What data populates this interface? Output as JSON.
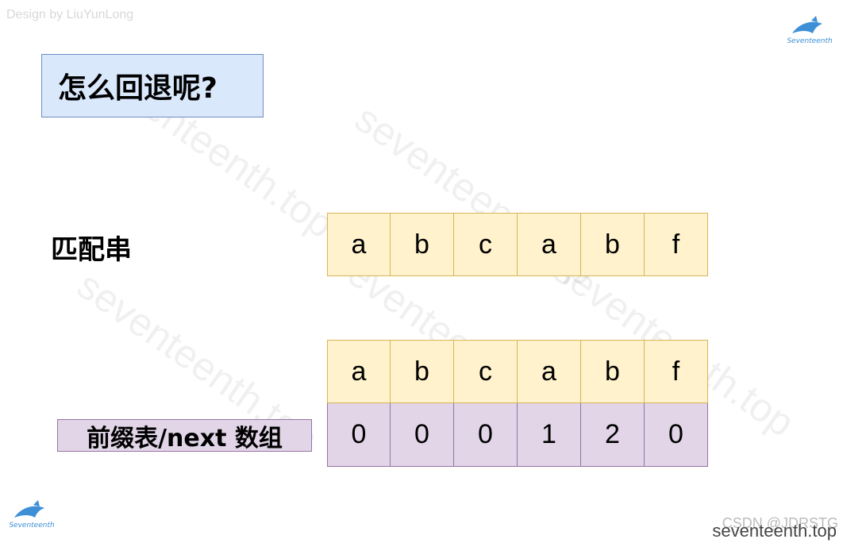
{
  "credit": "Design by LiuYunLong",
  "title": "怎么回退呢?",
  "match_label": "匹配串",
  "next_label": "前缀表/next 数组",
  "match_string": [
    "a",
    "b",
    "c",
    "a",
    "b",
    "f"
  ],
  "pattern": [
    "a",
    "b",
    "c",
    "a",
    "b",
    "f"
  ],
  "next_values": [
    "0",
    "0",
    "0",
    "1",
    "2",
    "0"
  ],
  "watermark_text": "seventeenth.top",
  "footer": {
    "site": "seventeenth.top",
    "csdn": "CSDN @JDRSTG"
  },
  "colors": {
    "title_fill": "#dae8fc",
    "title_stroke": "#6c8ebf",
    "cell_yellow": "#fff2cc",
    "cell_yellow_stroke": "#d6b656",
    "cell_purple": "#e1d5e7",
    "cell_purple_stroke": "#9673a6"
  },
  "icons": [
    "seventeenth-logo-icon"
  ]
}
